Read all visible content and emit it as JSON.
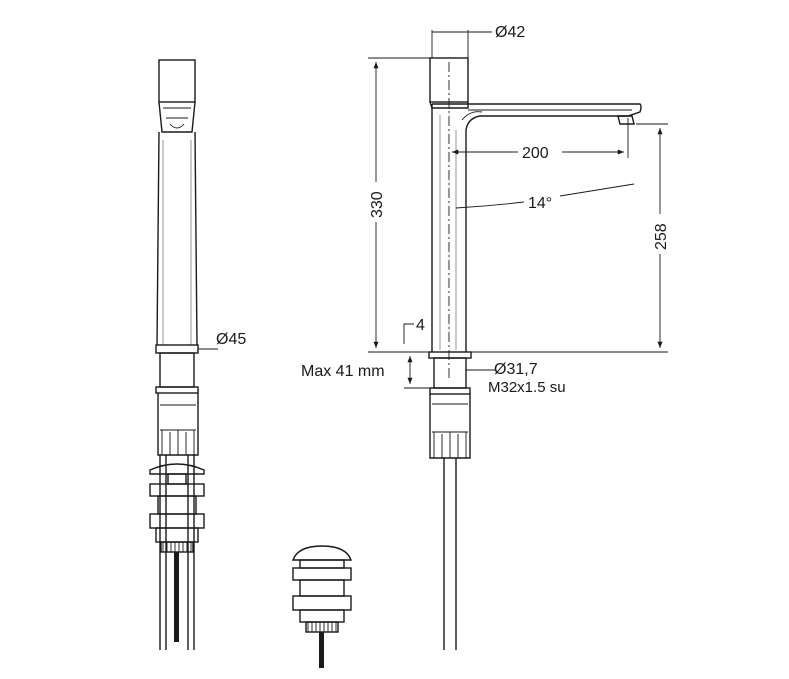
{
  "dimensions": {
    "dia_top": "Ø42",
    "dia_base": "Ø45",
    "height_total": "330",
    "reach": "200",
    "spout_height": "258",
    "angle": "14°",
    "base_step": "4",
    "max_thickness": "Max 41 mm",
    "shank_dia": "Ø31,7",
    "thread": "M32x1.5 su"
  },
  "colors": {
    "line": "#1a1a1a",
    "paper": "#ffffff"
  }
}
